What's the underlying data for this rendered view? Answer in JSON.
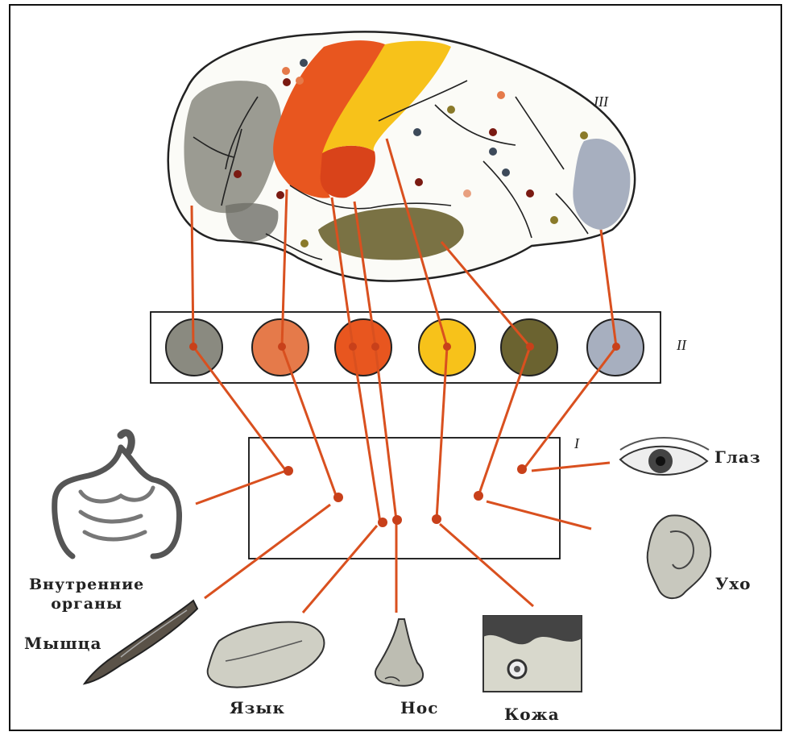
{
  "roman_labels": {
    "cortex": "III",
    "middle": "II",
    "receptors": "I"
  },
  "organs": {
    "internal": "Внутренние органы",
    "internal_line1": "Внутренние",
    "internal_line2": "органы",
    "muscle": "Мышца",
    "tongue": "Язык",
    "nose": "Нос",
    "skin": "Кожа",
    "eye": "Глаз",
    "ear": "Ухо"
  },
  "colors": {
    "connector": "#d9501f",
    "motor_zone": "#e8561f",
    "sensory_zone": "#f7c21a",
    "auditory_zone": "#6b6330",
    "visual_zone": "#a7afbf",
    "frontal_zone": "#8a8a80",
    "taste_zone": "#e57a4a"
  },
  "nuclei": [
    {
      "name": "internal-organs-nucleus",
      "fill": "#8a8a80"
    },
    {
      "name": "muscle-nucleus",
      "fill": "#e57a4a"
    },
    {
      "name": "tongue-nose-nucleus",
      "fill": "#e8561f"
    },
    {
      "name": "skin-nucleus",
      "fill": "#f7c21a"
    },
    {
      "name": "ear-nucleus",
      "fill": "#6b6330"
    },
    {
      "name": "eye-nucleus",
      "fill": "#a7afbf"
    }
  ]
}
